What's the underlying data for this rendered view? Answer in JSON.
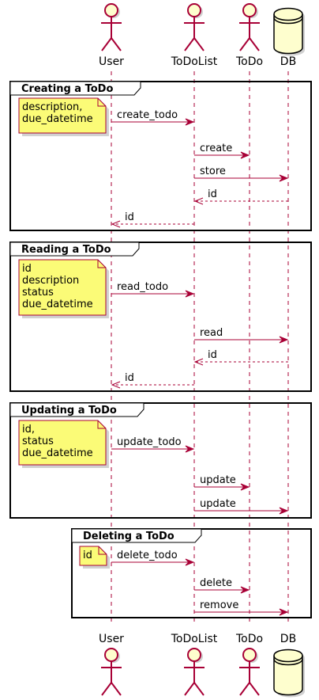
{
  "participants": [
    {
      "id": "user",
      "label": "User",
      "kind": "actor"
    },
    {
      "id": "todolist",
      "label": "ToDoList",
      "kind": "actor"
    },
    {
      "id": "todo",
      "label": "ToDo",
      "kind": "actor"
    },
    {
      "id": "db",
      "label": "DB",
      "kind": "database"
    }
  ],
  "fragments": [
    {
      "title": "Creating a ToDo",
      "note": [
        "description,",
        "due_datetime"
      ],
      "messages": [
        {
          "from": "user",
          "to": "todolist",
          "label": "create_todo",
          "kind": "sync"
        },
        {
          "from": "todolist",
          "to": "todo",
          "label": "create",
          "kind": "sync"
        },
        {
          "from": "todolist",
          "to": "db",
          "label": "store",
          "kind": "sync"
        },
        {
          "from": "db",
          "to": "todolist",
          "label": "id",
          "kind": "return"
        },
        {
          "from": "todolist",
          "to": "user",
          "label": "id",
          "kind": "return"
        }
      ]
    },
    {
      "title": "Reading a ToDo",
      "note": [
        "id",
        "description",
        "status",
        "due_datetime"
      ],
      "messages": [
        {
          "from": "user",
          "to": "todolist",
          "label": "read_todo",
          "kind": "sync"
        },
        {
          "from": "todolist",
          "to": "db",
          "label": "read",
          "kind": "sync"
        },
        {
          "from": "db",
          "to": "todolist",
          "label": "id",
          "kind": "return"
        },
        {
          "from": "todolist",
          "to": "user",
          "label": "id",
          "kind": "return"
        }
      ]
    },
    {
      "title": "Updating a ToDo",
      "note": [
        "id,",
        "status",
        "due_datetime"
      ],
      "messages": [
        {
          "from": "user",
          "to": "todolist",
          "label": "update_todo",
          "kind": "sync"
        },
        {
          "from": "todolist",
          "to": "todo",
          "label": "update",
          "kind": "sync"
        },
        {
          "from": "todolist",
          "to": "db",
          "label": "update",
          "kind": "sync"
        }
      ]
    },
    {
      "title": "Deleting a ToDo",
      "note": [
        "id"
      ],
      "messages": [
        {
          "from": "user",
          "to": "todolist",
          "label": "delete_todo",
          "kind": "sync"
        },
        {
          "from": "todolist",
          "to": "todo",
          "label": "delete",
          "kind": "sync"
        },
        {
          "from": "todolist",
          "to": "db",
          "label": "remove",
          "kind": "sync"
        }
      ]
    }
  ],
  "colors": {
    "arrow": "#A80036",
    "participant_fill": "#FEFECE",
    "note_fill": "#FBFB77"
  }
}
